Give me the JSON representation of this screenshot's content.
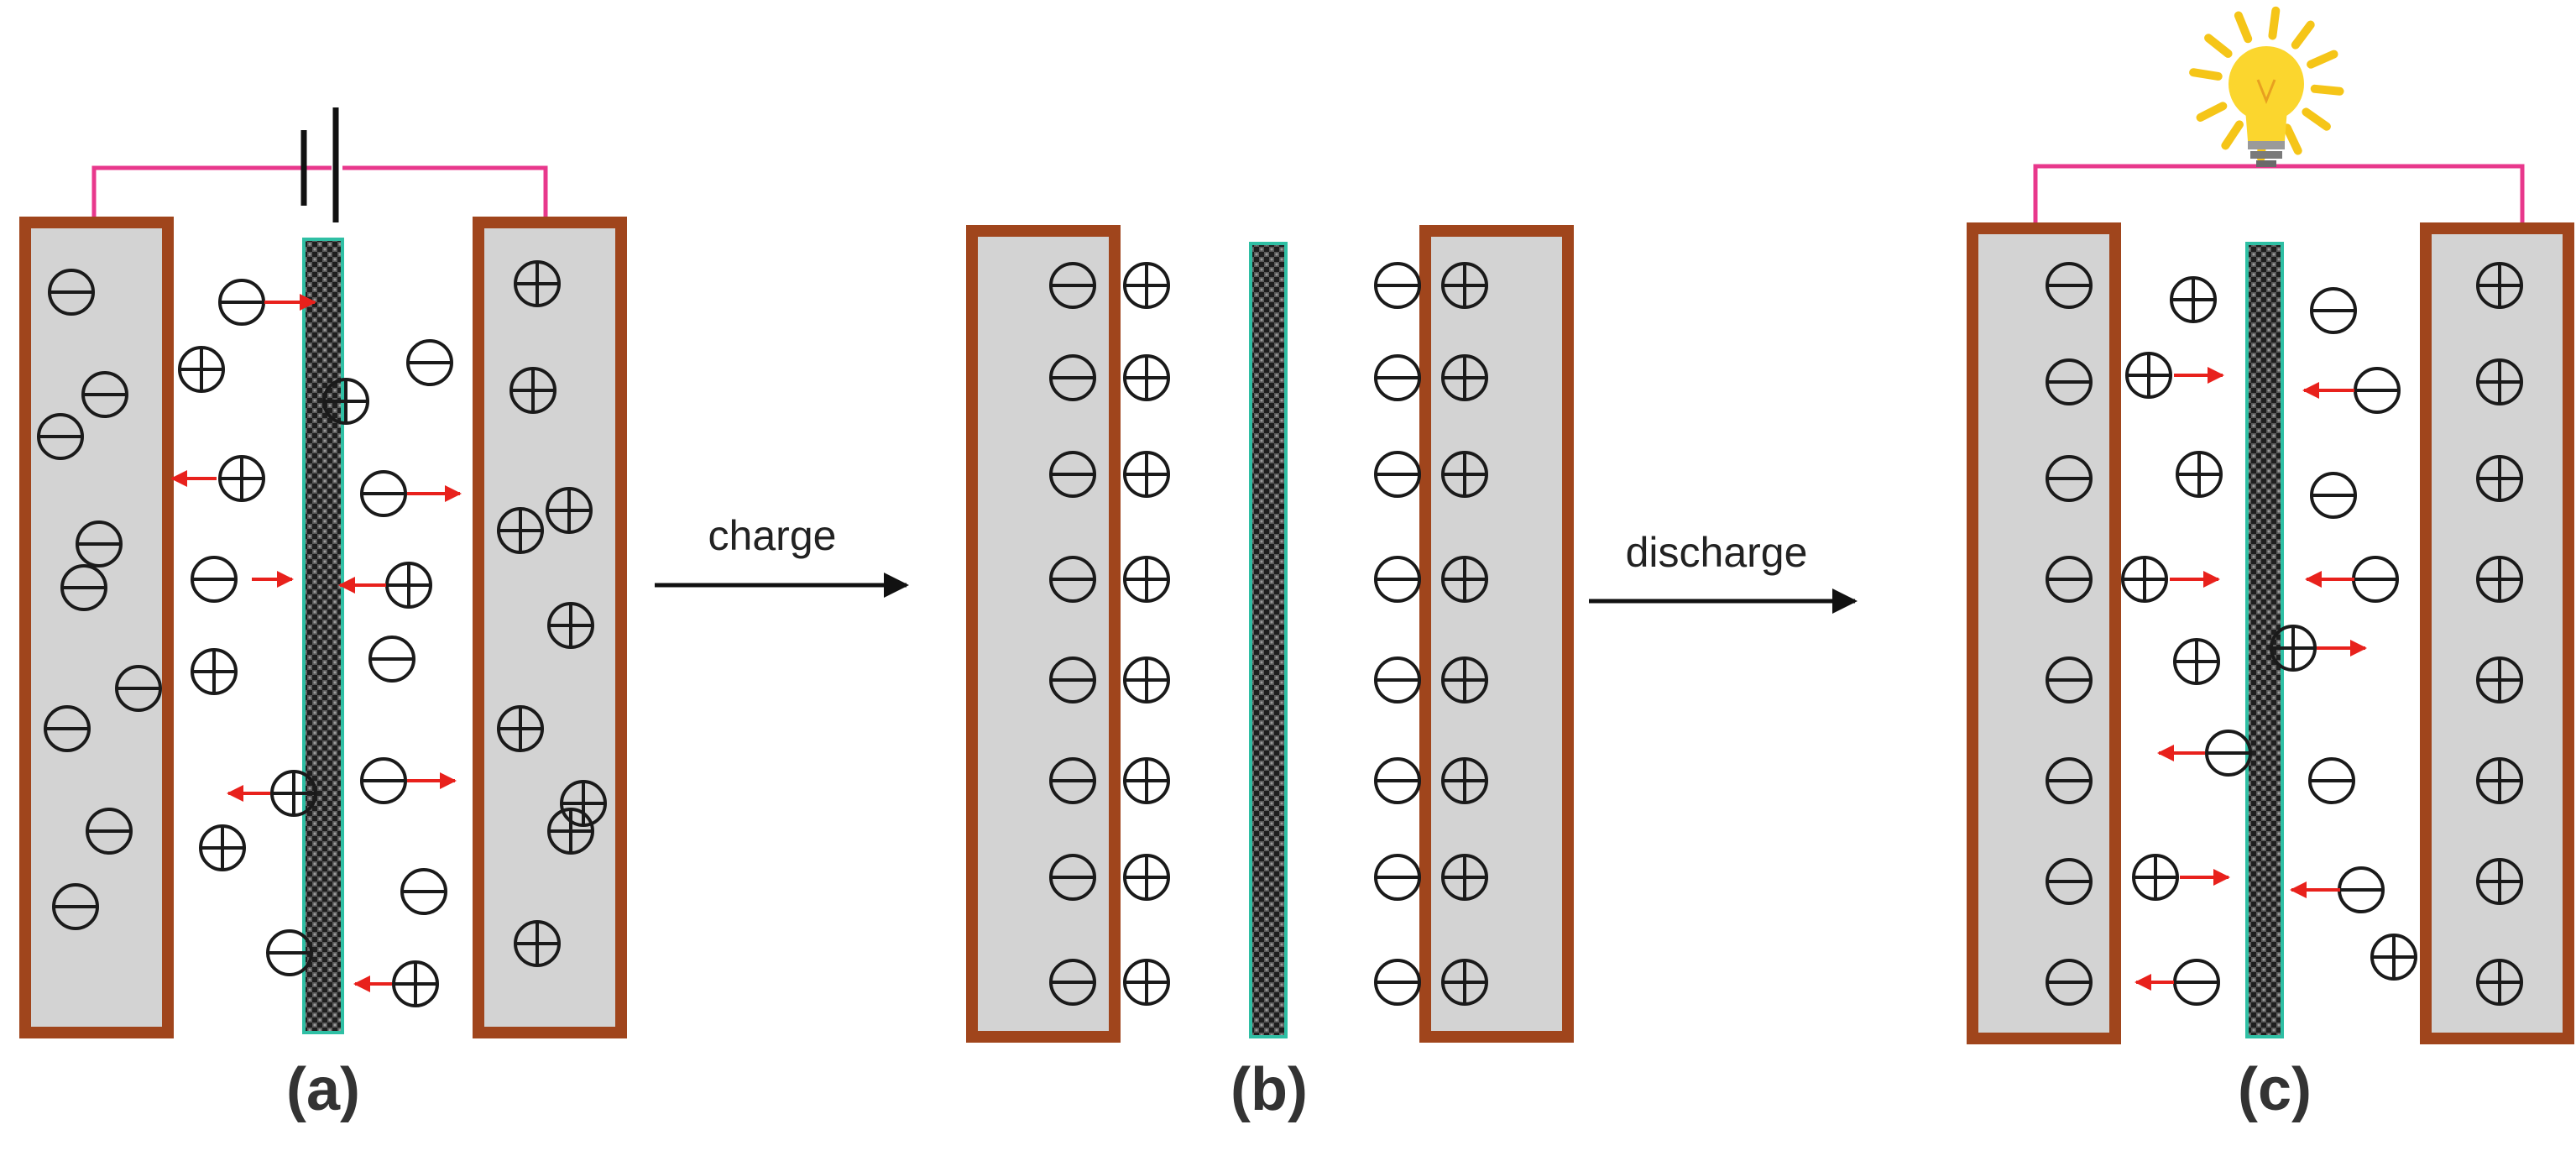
{
  "panels": {
    "a": {
      "label": "(a)"
    },
    "b": {
      "label": "(b)"
    },
    "c": {
      "label": "(c)"
    }
  },
  "steps": {
    "charge": "charge",
    "discharge": "discharge"
  },
  "icons": {
    "battery": "battery-icon",
    "bulb": "light-bulb-icon",
    "anion": "minus-ion-icon",
    "cation": "plus-ion-icon",
    "arrow": "migration-arrow-icon"
  },
  "colors": {
    "electrode_border": "#a0451c",
    "electrode_fill": "#d3d3d3",
    "wire": "#e8388c",
    "separator_edge": "#2fbfa4",
    "separator_fill": "#4a4a4a",
    "migration_arrow": "#e8211c",
    "bulb_glow": "#f5c518",
    "ion_stroke": "#1a1a1a"
  }
}
